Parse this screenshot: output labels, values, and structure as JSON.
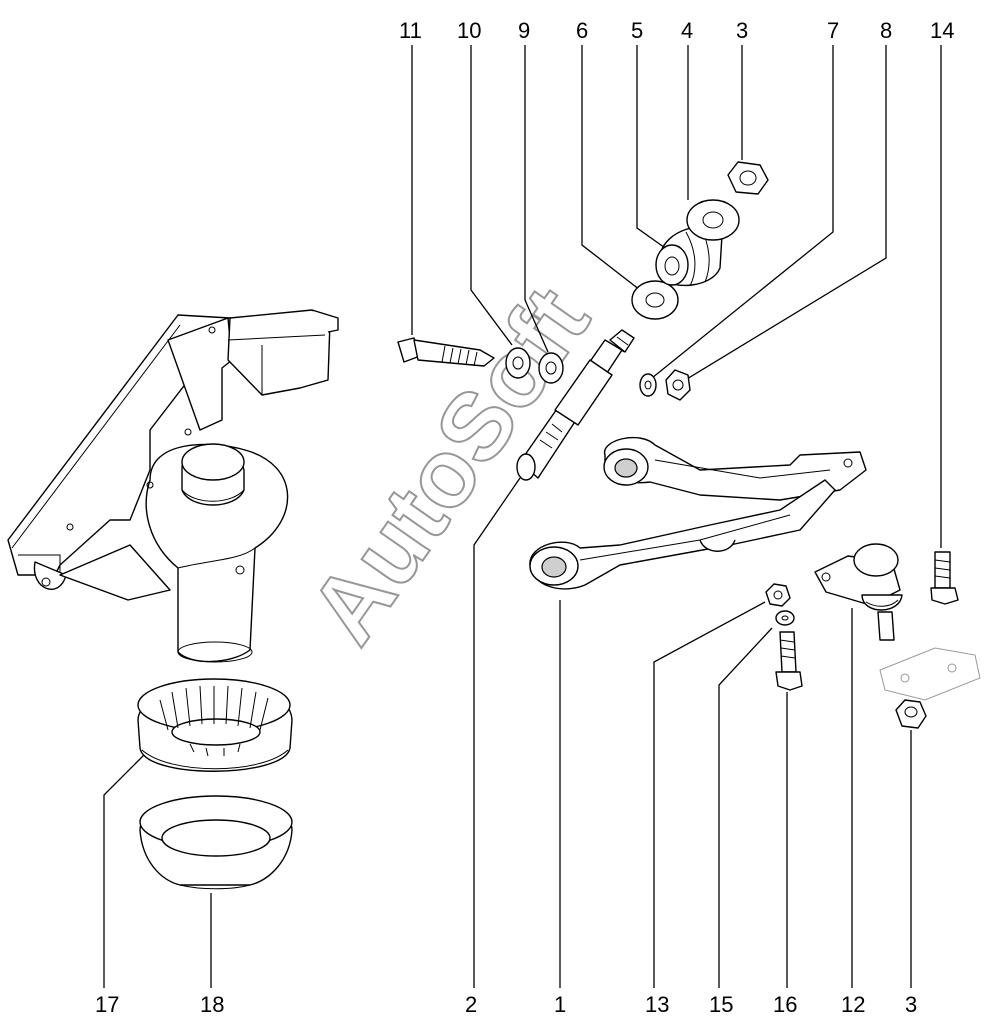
{
  "watermark": "AutoSoft",
  "callouts": {
    "c11": "11",
    "c10": "10",
    "c9": "9",
    "c6": "6",
    "c5": "5",
    "c4": "4",
    "c3top": "3",
    "c7": "7",
    "c8": "8",
    "c14": "14",
    "c17": "17",
    "c18": "18",
    "c2": "2",
    "c1": "1",
    "c13": "13",
    "c15": "15",
    "c16": "16",
    "c12": "12",
    "c3bot": "3"
  }
}
